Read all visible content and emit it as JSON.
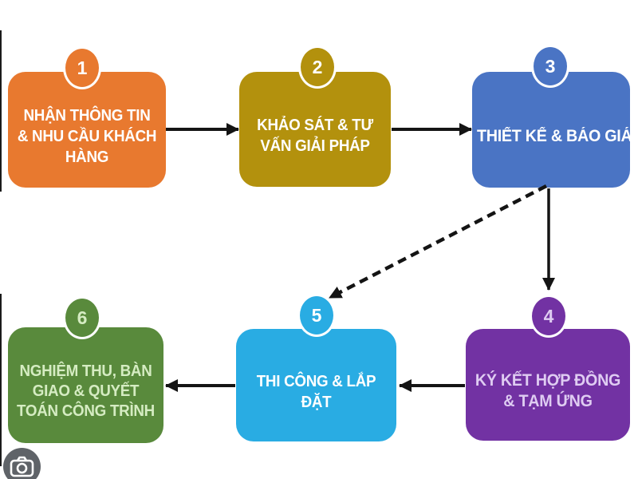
{
  "flowchart": {
    "steps": [
      {
        "number": "1",
        "label": "NHẬN THÔNG TIN & NHU CẦU KHÁCH HÀNG",
        "lines": [
          "NHẬN THÔNG TIN",
          "& NHU CẦU KHÁCH",
          "HÀNG"
        ],
        "color": "#E8792F",
        "text_color": "#FFFFFF"
      },
      {
        "number": "2",
        "label": "KHẢO SÁT & TƯ VẤN GIẢI PHÁP",
        "lines": [
          "KHẢO SÁT & TƯ",
          "VẤN GIẢI PHÁP"
        ],
        "color": "#B3910D",
        "text_color": "#FFFFFF"
      },
      {
        "number": "3",
        "label": "THIẾT KẾ & BÁO GIÁ",
        "lines": [
          "THIẾT KẾ & BÁO GIÁ"
        ],
        "color": "#4A74C4",
        "text_color": "#FFFFFF"
      },
      {
        "number": "4",
        "label": "KÝ KẾT HỢP ĐỒNG & TẠM ỨNG",
        "lines": [
          "KÝ KẾT HỢP ĐỒNG",
          "& TẠM ỨNG"
        ],
        "color": "#7232A3",
        "text_color": "#DFCCF2"
      },
      {
        "number": "5",
        "label": "THI CÔNG & LẮP ĐẶT",
        "lines": [
          "THI CÔNG & LẮP",
          "ĐẶT"
        ],
        "color": "#29ACE3",
        "text_color": "#FFFFFF"
      },
      {
        "number": "6",
        "label": "NGHIỆM THU, BÀN GIAO & QUYẾT TOÁN CÔNG TRÌNH",
        "lines": [
          "NGHIỆM THU, BÀN",
          "GIAO & QUYẾT",
          "TOÁN CÔNG TRÌNH"
        ],
        "color": "#598A3C",
        "text_color": "#D5ECC2"
      }
    ],
    "arrows": [
      {
        "from": "step-1",
        "to": "step-2",
        "style": "solid"
      },
      {
        "from": "step-2",
        "to": "step-3",
        "style": "solid"
      },
      {
        "from": "step-3",
        "to": "step-4",
        "style": "solid"
      },
      {
        "from": "step-3",
        "to": "step-5",
        "style": "dashed"
      },
      {
        "from": "step-4",
        "to": "step-5",
        "style": "solid"
      },
      {
        "from": "step-5",
        "to": "step-6",
        "style": "solid"
      }
    ],
    "arrow_color": "#141414"
  },
  "overlay": {
    "camera_icon": "image-search-camera",
    "icon_bg": "#5F6368",
    "icon_glyph_color": "#FFFFFF"
  }
}
